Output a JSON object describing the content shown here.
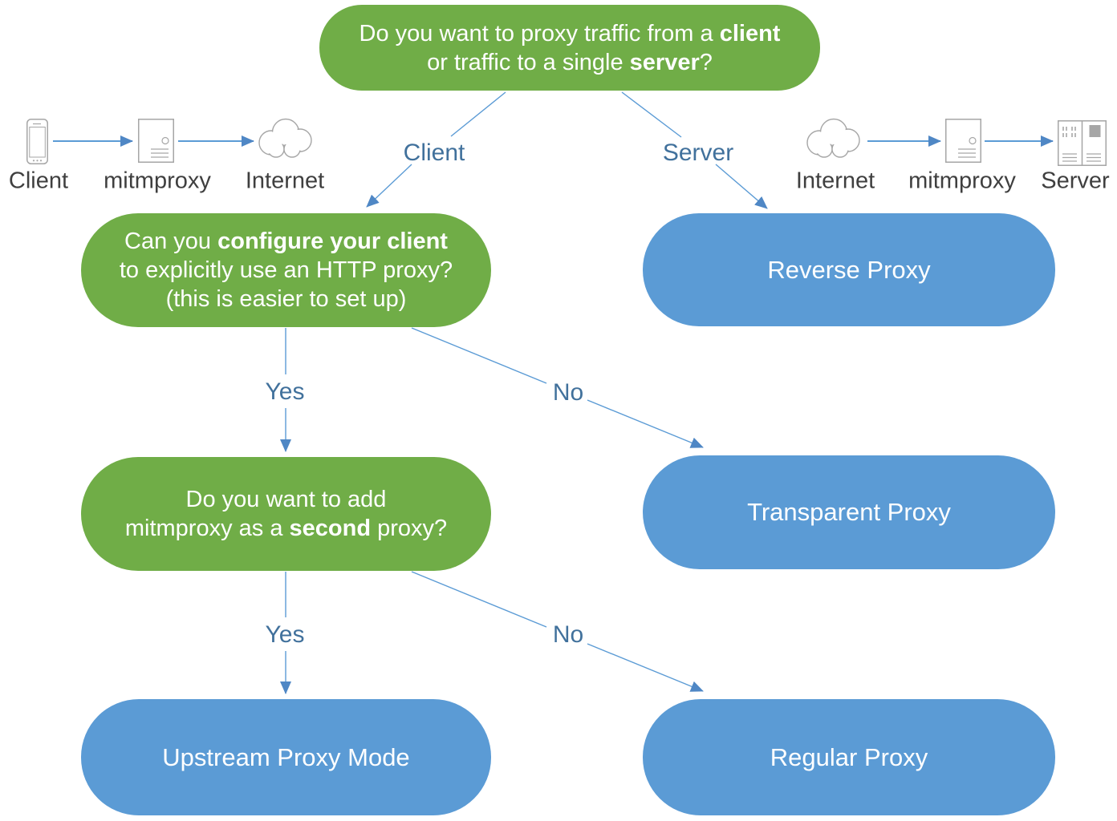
{
  "colors": {
    "box_green": "#70AD47",
    "box_blue": "#5B9BD5",
    "connector_blue": "#5B9BD5",
    "arrowhead_blue": "#4F87C5",
    "branch_label_blue": "#41719C",
    "icon_stroke_gray": "#A6A6A6",
    "caption_gray": "#3F3F3F",
    "box_text": "#FFFFFF"
  },
  "flow": {
    "root": {
      "l1a": "Do you want to proxy traffic from a ",
      "l1b": "client",
      "l2a": "or traffic to a single ",
      "l2b": "server",
      "l2c": "?"
    },
    "config_client": {
      "l1a": "Can you ",
      "l1b": "configure your client",
      "l2": "to explicitly use an HTTP proxy?",
      "l3": "(this is easier to set up)"
    },
    "second_proxy": {
      "l1": "Do you want to add",
      "l2a": "mitmproxy as a ",
      "l2b": "second",
      "l2c": " proxy?"
    },
    "reverse": "Reverse Proxy",
    "transparent": "Transparent Proxy",
    "upstream": "Upstream Proxy Mode",
    "regular": "Regular Proxy"
  },
  "branch_labels": {
    "client": "Client",
    "server": "Server",
    "yes1": "Yes",
    "no1": "No",
    "yes2": "Yes",
    "no2": "No"
  },
  "icon_captions": {
    "left": [
      "Client",
      "mitmproxy",
      "Internet"
    ],
    "right": [
      "Internet",
      "mitmproxy",
      "Server"
    ]
  },
  "icon_names": {
    "left": [
      "smartphone-icon",
      "server-icon",
      "cloud-icon"
    ],
    "right": [
      "cloud-icon",
      "server-icon",
      "server-rack-icon"
    ]
  }
}
